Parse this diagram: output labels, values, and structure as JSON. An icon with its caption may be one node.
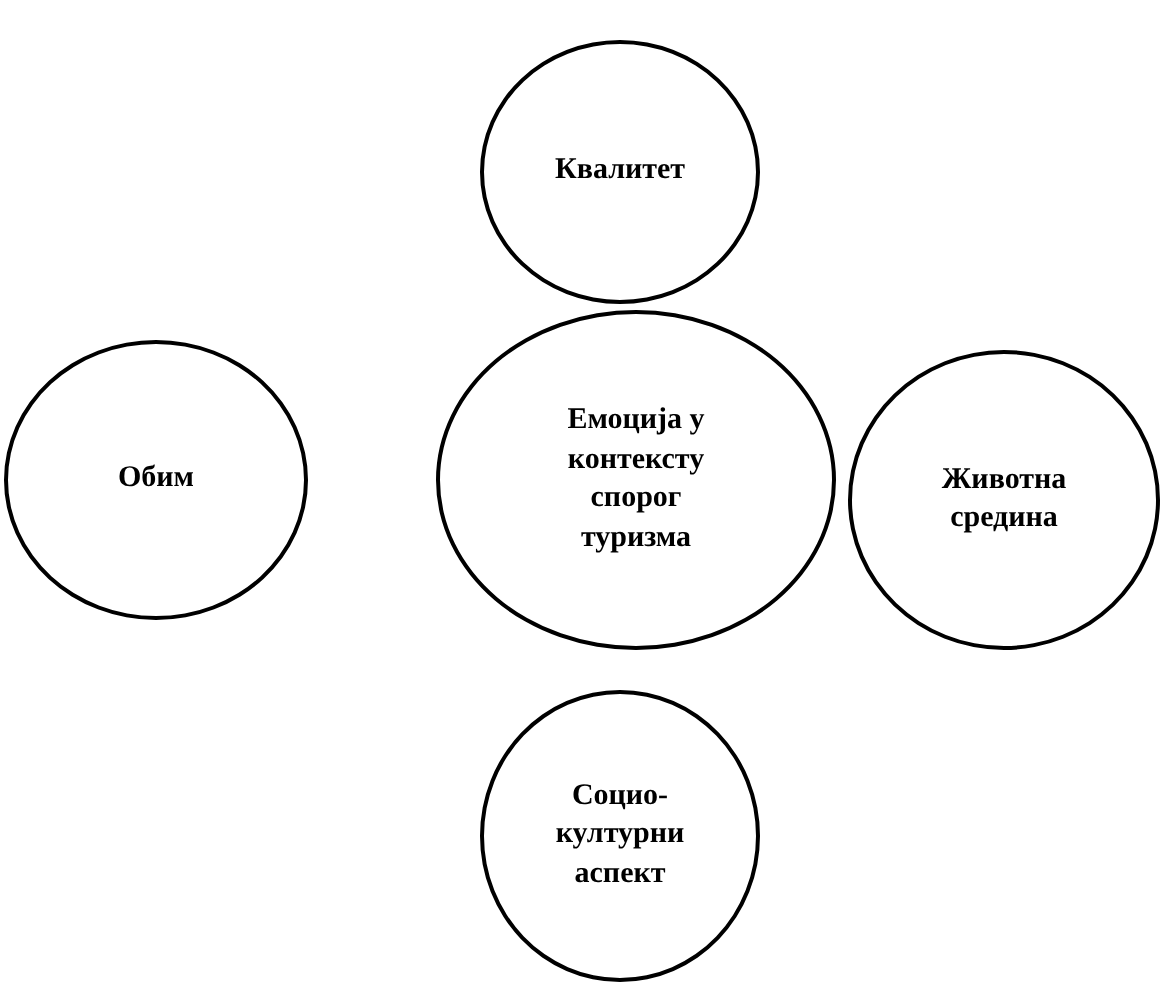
{
  "diagram": {
    "nodes": [
      {
        "text": [
          "Квалитет"
        ]
      },
      {
        "text": [
          "Обим"
        ]
      },
      {
        "text": [
          "Емоција у контексту спорог туризма"
        ]
      },
      {
        "text": [
          "Животна средина"
        ]
      },
      {
        "text": [
          "Социо- културни аспект"
        ]
      }
    ]
  }
}
